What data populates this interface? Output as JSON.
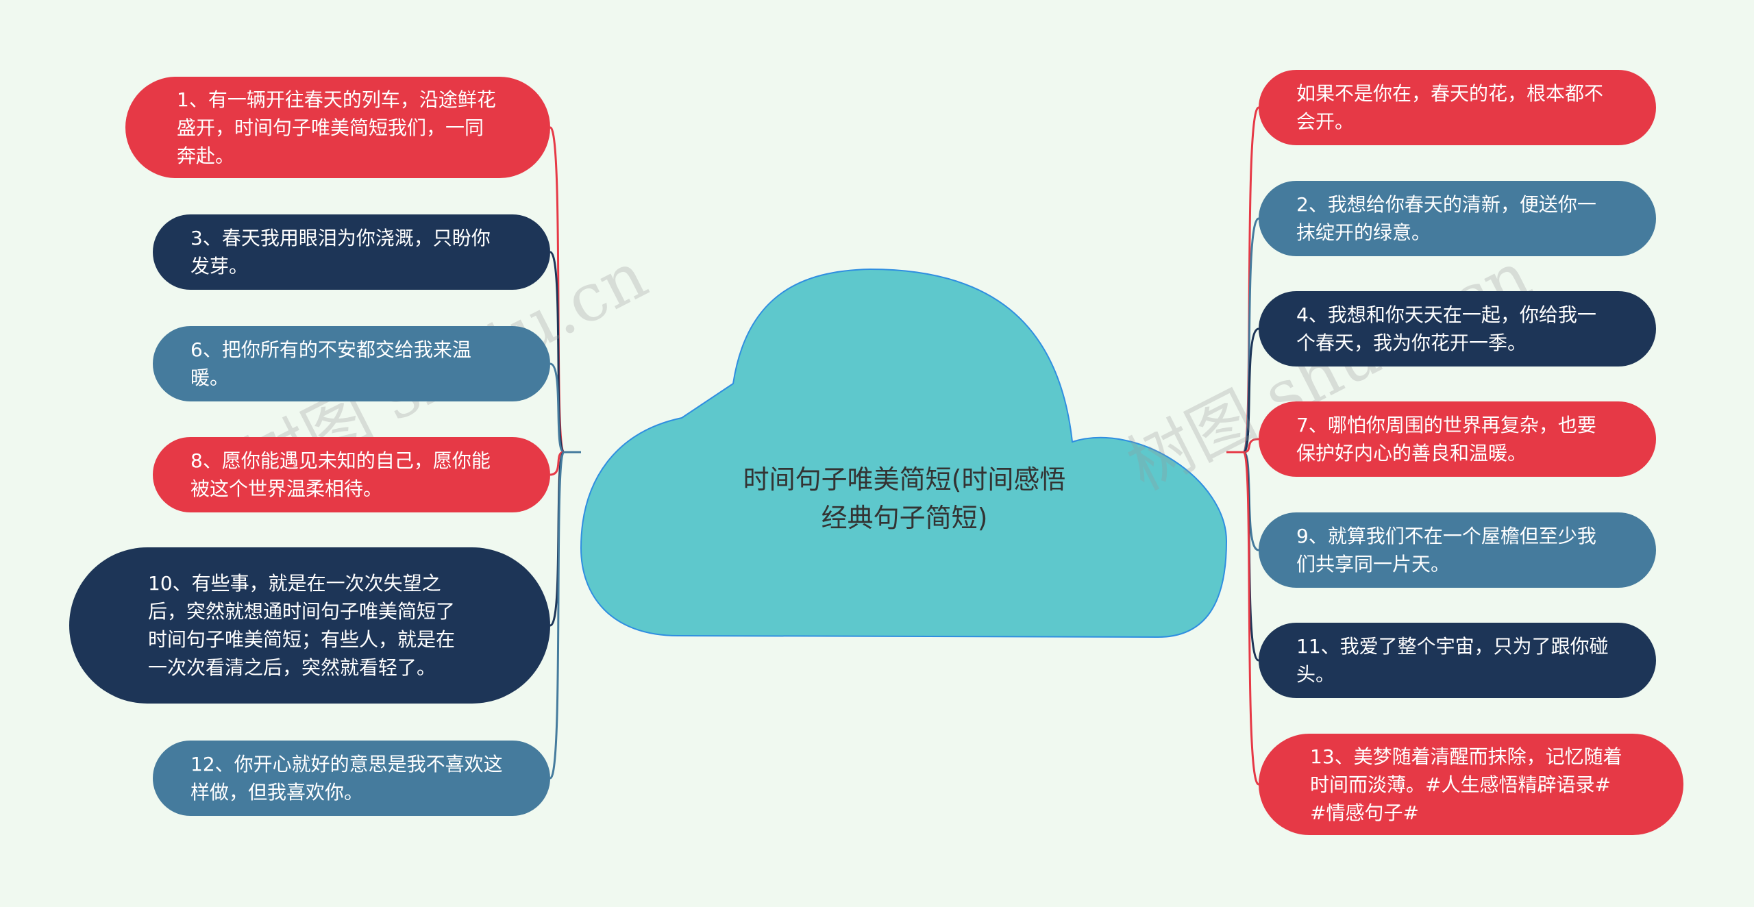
{
  "center": {
    "title": "时间句子唯美简短(时间感悟经典句子简短)"
  },
  "colors": {
    "red": "#e63946",
    "navy": "#1d3557",
    "teal": "#457b9d",
    "cloud": "#5ec8cc",
    "background": "#f0f9f0"
  },
  "left_nodes": [
    {
      "text": "1、有一辆开往春天的列车，沿途鲜花盛开，时间句子唯美简短我们，一同奔赴。",
      "color": "red"
    },
    {
      "text": "3、春天我用眼泪为你浇溉，只盼你发芽。",
      "color": "navy"
    },
    {
      "text": "6、把你所有的不安都交给我来温暖。",
      "color": "teal"
    },
    {
      "text": "8、愿你能遇见未知的自己，愿你能被这个世界温柔相待。",
      "color": "red"
    },
    {
      "text": "10、有些事，就是在一次次失望之后，突然就想通时间句子唯美简短了时间句子唯美简短；有些人，就是在一次次看清之后，突然就看轻了。",
      "color": "navy"
    },
    {
      "text": "12、你开心就好的意思是我不喜欢这样做，但我喜欢你。",
      "color": "teal"
    }
  ],
  "right_nodes": [
    {
      "text": "如果不是你在，春天的花，根本都不会开。",
      "color": "red"
    },
    {
      "text": "2、我想给你春天的清新，便送你一抹绽开的绿意。",
      "color": "teal"
    },
    {
      "text": "4、我想和你天天在一起，你给我一个春天，我为你花开一季。",
      "color": "navy"
    },
    {
      "text": "7、哪怕你周围的世界再复杂，也要保护好内心的善良和温暖。",
      "color": "red"
    },
    {
      "text": "9、就算我们不在一个屋檐但至少我们共享同一片天。",
      "color": "teal"
    },
    {
      "text": "11、我爱了整个宇宙，只为了跟你碰头。",
      "color": "navy"
    },
    {
      "text": "13、美梦随着清醒而抹除，记忆随着时间而淡薄。#人生感悟精辟语录# #情感句子#",
      "color": "red"
    }
  ],
  "watermarks": [
    "树图 shutu.cn",
    "树图 shutu.cn"
  ]
}
